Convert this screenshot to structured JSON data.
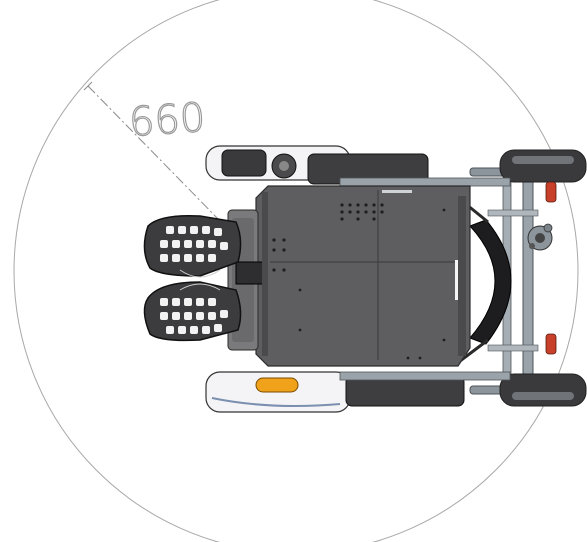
{
  "turning_radius": {
    "label": "660"
  },
  "colors": {
    "circle": "#a8a8a8",
    "plate": "#5e5e60",
    "plate_edge": "#2c2c2e",
    "frame": "#8c959c",
    "tire": "#3a3a3d",
    "footplate": "#3c3c3e",
    "amber_reflector": "#f0a21a",
    "red_reflector": "#c8402a"
  },
  "icons": [
    "turning-circle",
    "dimension-line",
    "wheelchair-top-view",
    "footplate-icon",
    "wheel-icon",
    "reflector-icon"
  ]
}
